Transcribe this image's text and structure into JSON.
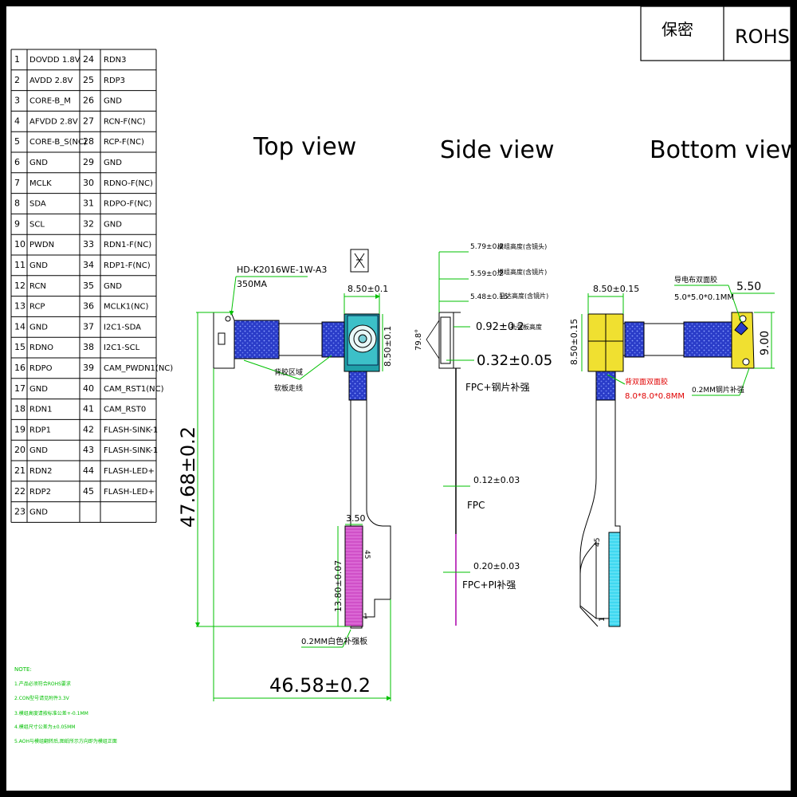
{
  "header": {
    "confidential": "保密",
    "rohs": "ROHS"
  },
  "pin_table": {
    "left": [
      {
        "no": "1",
        "name": "DOVDD 1.8V"
      },
      {
        "no": "2",
        "name": "AVDD 2.8V"
      },
      {
        "no": "3",
        "name": "CORE-B_M"
      },
      {
        "no": "4",
        "name": "AFVDD 2.8V"
      },
      {
        "no": "5",
        "name": "CORE-B_S(NC)"
      },
      {
        "no": "6",
        "name": "GND"
      },
      {
        "no": "7",
        "name": "MCLK"
      },
      {
        "no": "8",
        "name": "SDA"
      },
      {
        "no": "9",
        "name": "SCL"
      },
      {
        "no": "10",
        "name": "PWDN"
      },
      {
        "no": "11",
        "name": "GND"
      },
      {
        "no": "12",
        "name": "RCN"
      },
      {
        "no": "13",
        "name": "RCP"
      },
      {
        "no": "14",
        "name": "GND"
      },
      {
        "no": "15",
        "name": "RDNO"
      },
      {
        "no": "16",
        "name": "RDPO"
      },
      {
        "no": "17",
        "name": "GND"
      },
      {
        "no": "18",
        "name": "RDN1"
      },
      {
        "no": "19",
        "name": "RDP1"
      },
      {
        "no": "20",
        "name": "GND"
      },
      {
        "no": "21",
        "name": "RDN2"
      },
      {
        "no": "22",
        "name": "RDP2"
      },
      {
        "no": "23",
        "name": "GND"
      }
    ],
    "right": [
      {
        "no": "24",
        "name": "RDN3"
      },
      {
        "no": "25",
        "name": "RDP3"
      },
      {
        "no": "26",
        "name": "GND"
      },
      {
        "no": "27",
        "name": "RCN-F(NC)"
      },
      {
        "no": "28",
        "name": "RCP-F(NC)"
      },
      {
        "no": "29",
        "name": "GND"
      },
      {
        "no": "30",
        "name": "RDNO-F(NC)"
      },
      {
        "no": "31",
        "name": "RDPO-F(NC)"
      },
      {
        "no": "32",
        "name": "GND"
      },
      {
        "no": "33",
        "name": "RDN1-F(NC)"
      },
      {
        "no": "34",
        "name": "RDP1-F(NC)"
      },
      {
        "no": "35",
        "name": "GND"
      },
      {
        "no": "36",
        "name": "MCLK1(NC)"
      },
      {
        "no": "37",
        "name": "I2C1-SDA"
      },
      {
        "no": "38",
        "name": "I2C1-SCL"
      },
      {
        "no": "39",
        "name": "CAM_PWDN1(NC)"
      },
      {
        "no": "40",
        "name": "CAM_RST1(NC)"
      },
      {
        "no": "41",
        "name": "CAM_RST0"
      },
      {
        "no": "42",
        "name": "FLASH-SINK-1"
      },
      {
        "no": "43",
        "name": "FLASH-SINK-1"
      },
      {
        "no": "44",
        "name": "FLASH-LED+"
      },
      {
        "no": "45",
        "name": "FLASH-LED+"
      }
    ]
  },
  "views": {
    "top": "Top view",
    "side": "Side view",
    "bottom": "Bottom view"
  },
  "top_view": {
    "part_number": "HD-K2016WE-1W-A3",
    "current": "350MA",
    "dim_width": "8.50±0.1",
    "dim_height": "8.50±0.1",
    "dim_connector_w": "3.50",
    "dim_connector_h": "13.80±0.07",
    "dim_total_h": "47.68±0.2",
    "dim_total_w": "46.58±0.2",
    "pin_45": "45",
    "pin_1": "1",
    "note_blue": "背胶区域",
    "note_blue2": "软板走线",
    "note_stiffener": "0.2MM白色补强板"
  },
  "side_view": {
    "angle": "79.8°",
    "h1": "5.79±0.2",
    "h1_note": "模组高度(含镜头)",
    "h2": "5.59±0.2",
    "h2_note": "模组高度(含镜片)",
    "h3": "5.48±0.15",
    "h3_note": "马达高度(含镜片)",
    "d1": "0.92±0.2",
    "d1_note": "补强板高度",
    "d2": "0.32±0.05",
    "label1": "FPC+钢片补强",
    "d3": "0.12±0.03",
    "label2": "FPC",
    "d4": "0.20±0.03",
    "label3": "FPC+PI补强"
  },
  "bottom_view": {
    "dim_w": "8.50±0.15",
    "dim_h": "8.50±0.15",
    "note_top": "导电布双面胶",
    "note_top_dim": "5.0*5.0*0.1MM",
    "dim_55": "5.50",
    "dim_9": "9.00",
    "red_note": "背双面双面胶",
    "red_dim": "8.0*8.0*0.8MM",
    "steel": "0.2MM钢片补强",
    "pin_45": "45",
    "pin_1": "1"
  },
  "notes": {
    "title": "NOTE:",
    "lines": [
      "1.产品必须符合ROHS要求",
      "2.CON型号请见附件3.3V",
      "3.模组高度请按标准公差+-0.1MM",
      "4.模组尺寸公差为±0.05MM",
      "5.AOH与模组翻转后,图纸所示方向即为模组正面"
    ]
  },
  "colors": {
    "green": "#00c000",
    "blue_fpc": "#2a3cc8",
    "teal": "#1fa0a8",
    "yellow": "#f0e030",
    "magenta": "#c040c0",
    "cyan": "#40d8f0",
    "red": "#e00000"
  }
}
